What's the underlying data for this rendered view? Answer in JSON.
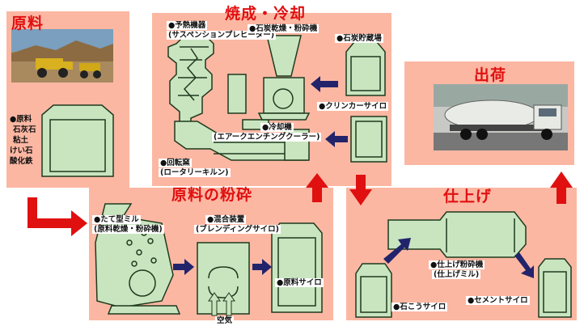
{
  "sections": {
    "raw_materials": "原料",
    "burning_cooling": "焼成・冷却",
    "shipping": "出荷",
    "raw_grinding": "原料の粉砕",
    "finishing": "仕上げ"
  },
  "raw_list": [
    "●原料",
    "石灰石",
    "粘土",
    "けい石",
    "酸化鉄"
  ],
  "labels": {
    "preheater_1": "●予熱機器",
    "preheater_2": "(サスペンションプレヒーター)",
    "coal_mill": "●石炭乾燥・粉砕機",
    "coal_storage": "●石炭貯蔵場",
    "clinker_silo": "●クリンカーサイロ",
    "cooler_1": "●冷却機",
    "cooler_2": "(エアークエンチングクーラー)",
    "kiln_1": "●回転窯",
    "kiln_2": "(ロータリーキルン)",
    "vertical_mill_1": "●たて型ミル",
    "vertical_mill_2": "(原料乾燥・粉砕機)",
    "blending_1": "●混合装置",
    "blending_2": "(ブレンディングサイロ)",
    "raw_silo": "●原料サイロ",
    "air": "空気",
    "finish_mill_1": "●仕上げ粉砕機",
    "finish_mill_2": "(仕上げミル)",
    "gypsum_silo": "●石こうサイロ",
    "cement_silo": "●セメントサイロ"
  },
  "colors": {
    "panel": "#fcb7a3",
    "machine": "#c9e5c0",
    "machine_stroke": "#1d3a1d",
    "arrow_red": "#e01010",
    "arrow_navy": "#22246b",
    "title": "#e01010"
  },
  "icons": [
    "photo-mining-truck",
    "photo-cement-truck"
  ]
}
